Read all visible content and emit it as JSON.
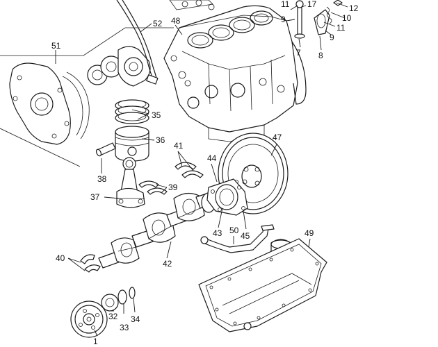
{
  "callouts": {
    "c1": "1",
    "c7": "7",
    "c8": "8",
    "c9a": "9",
    "c9b": "9",
    "c10": "10",
    "c11a": "11",
    "c11b": "11",
    "c12": "12",
    "c17": "17",
    "c32": "32",
    "c33": "33",
    "c34": "34",
    "c35": "35",
    "c36": "36",
    "c37": "37",
    "c38": "38",
    "c39": "39",
    "c40": "40",
    "c41": "41",
    "c42": "42",
    "c43": "43",
    "c44": "44",
    "c45": "45",
    "c47": "47",
    "c48": "48",
    "c49": "49",
    "c50": "50",
    "c51": "51",
    "c52": "52"
  }
}
